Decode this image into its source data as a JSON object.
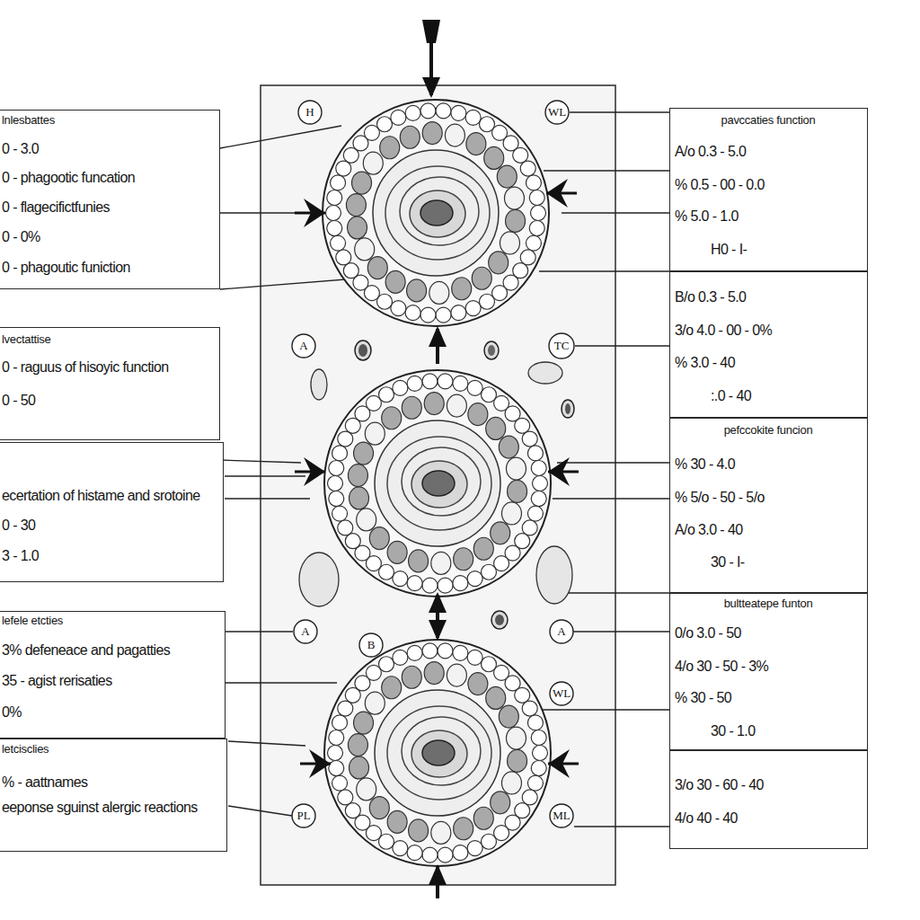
{
  "diagram": {
    "nodes": [
      {
        "text": [
          "lnlesbattes",
          "0 - 3.0",
          "0 - phagootic funcation",
          "0 - flagecifictfunies",
          "0 - 0%",
          "0 - phagoutic funiction"
        ]
      },
      {
        "text": [
          "lvectattise",
          "0 - raguus of hisoyic function",
          "0 - 50"
        ]
      },
      {
        "text": [
          "ecertation of histame and srotoine",
          "0 - 30",
          "3 - 1.0"
        ]
      },
      {
        "text": [
          "lefele etcties",
          "3% defeneace and pagatties",
          "35 - agist rerisaties",
          "0%"
        ]
      },
      {
        "text": [
          "letcisclies",
          "% - aattnames",
          "eeponse sguinst alergic reactions"
        ]
      },
      {
        "text": [
          "pavccaties function",
          "A/o 0.3 - 5.0",
          "% 0.5 - 00 - 0.0",
          "% 5.0 - 1.0",
          "H0 - I-"
        ]
      },
      {
        "text": [
          "B/o 0.3 - 5.0",
          "3/o 4.0 - 00 - 0%",
          "% 3.0 - 40",
          ":.0 - 40"
        ]
      },
      {
        "text": [
          "pefccokite funcion",
          "% 30 - 4.0",
          "% 5/o - 50 - 5/o",
          "A/o 3.0 - 40",
          "30 - I-"
        ]
      },
      {
        "text": [
          "bultteatepe funton",
          "0/o 3.0 - 50",
          "4/o 30 - 50 - 3%",
          "% 30 - 50",
          "30 - 1.0"
        ]
      },
      {
        "text": [
          "3/o 30 - 60 - 40",
          "4/o 40 - 40"
        ]
      },
      {
        "text": [
          "H"
        ]
      },
      {
        "text": [
          "WL"
        ]
      },
      {
        "text": [
          "A"
        ]
      },
      {
        "text": [
          "TC"
        ]
      },
      {
        "text": [
          "A"
        ]
      },
      {
        "text": [
          "B"
        ]
      },
      {
        "text": [
          "A"
        ]
      },
      {
        "text": [
          "WL"
        ]
      },
      {
        "text": [
          "PL"
        ]
      },
      {
        "text": [
          "ML"
        ]
      }
    ]
  }
}
